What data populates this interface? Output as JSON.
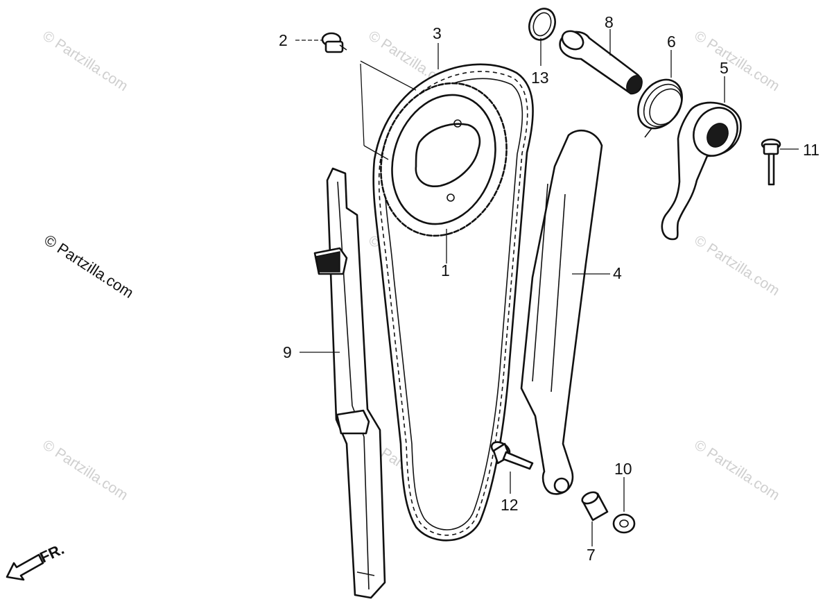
{
  "watermark": {
    "text": "© Partzilla.com"
  },
  "direction_marker": {
    "text": "FR."
  },
  "callouts": [
    {
      "id": "1",
      "text": "1"
    },
    {
      "id": "2",
      "text": "2"
    },
    {
      "id": "3",
      "text": "3"
    },
    {
      "id": "4",
      "text": "4"
    },
    {
      "id": "5",
      "text": "5"
    },
    {
      "id": "6",
      "text": "6"
    },
    {
      "id": "7",
      "text": "7"
    },
    {
      "id": "8",
      "text": "8"
    },
    {
      "id": "9",
      "text": "9"
    },
    {
      "id": "10",
      "text": "10"
    },
    {
      "id": "11",
      "text": "11"
    },
    {
      "id": "12",
      "text": "12"
    },
    {
      "id": "13",
      "text": "13"
    }
  ]
}
